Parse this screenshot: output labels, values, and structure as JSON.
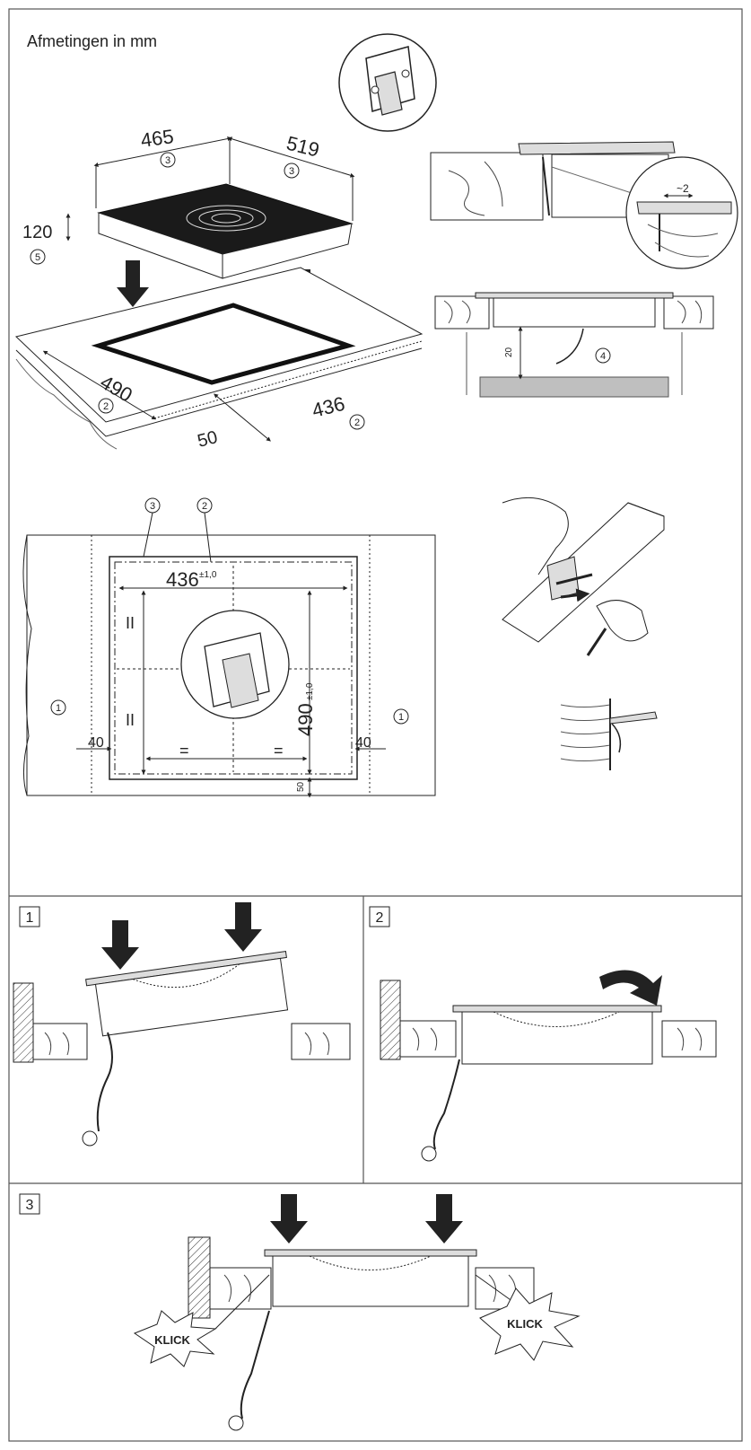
{
  "title": "Afmetingen in mm",
  "top_view": {
    "width": "465",
    "depth": "519",
    "height": "120",
    "cut_depth": "490",
    "cut_width": "436",
    "front_gap": "50",
    "callout_width": "3",
    "callout_depth": "3",
    "callout_height": "5",
    "callout_cut_depth": "2",
    "callout_cut_width": "2"
  },
  "side_detail": {
    "gap": "~2",
    "clearance": "20",
    "callout_cable": "4"
  },
  "plan_view": {
    "callout_1": "3",
    "callout_2": "2",
    "cut_width": "436",
    "cut_width_tol": "±1,0",
    "cut_depth": "490",
    "cut_depth_tol": "±1,0",
    "side_left": "40",
    "side_right": "40",
    "front": "50",
    "equal": "=",
    "parallel": "II",
    "callout_left": "1",
    "callout_right": "1"
  },
  "steps": [
    {
      "number": "1"
    },
    {
      "number": "2"
    },
    {
      "number": "3",
      "sound_left": "KLICK",
      "sound_right": "KLICK"
    }
  ],
  "colors": {
    "hob_top": "#1a1a1a",
    "line": "#222222",
    "wood": "#bfbfbf",
    "frame": "#555555"
  }
}
